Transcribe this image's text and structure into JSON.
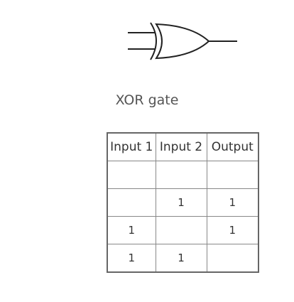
{
  "gate": {
    "icon": "xor-gate-icon",
    "caption": "XOR gate"
  },
  "truth_table": {
    "headers": [
      "Input 1",
      "Input 2",
      "Output"
    ],
    "rows": [
      [
        "",
        "",
        ""
      ],
      [
        "",
        "1",
        "1"
      ],
      [
        "1",
        "",
        "1"
      ],
      [
        "1",
        "1",
        ""
      ]
    ]
  },
  "colors": {
    "stroke": "#222222",
    "caption": "#555555",
    "table_border": "#888888"
  }
}
